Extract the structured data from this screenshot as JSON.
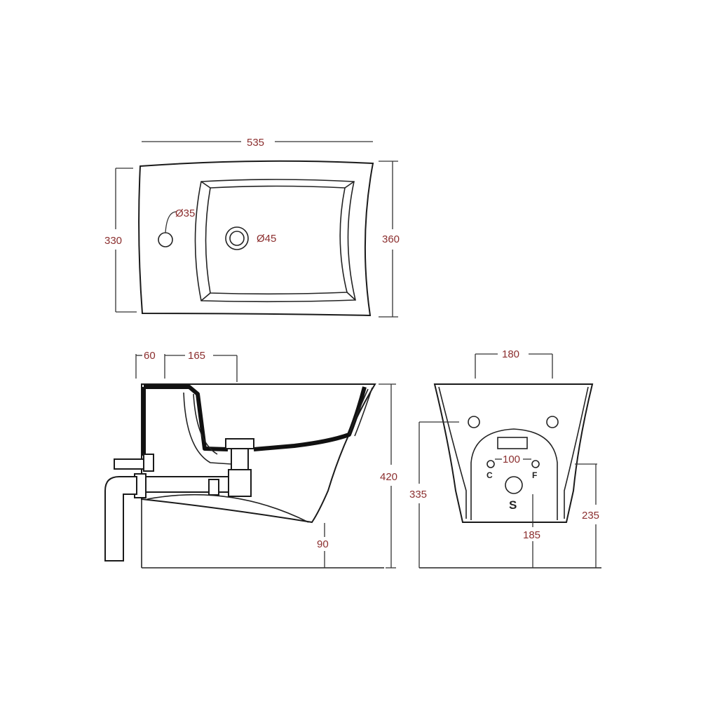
{
  "top_view": {
    "width": "535",
    "depth_left": "330",
    "depth_right": "360",
    "tap_hole": "Ø35",
    "drain_hole": "Ø45"
  },
  "side_view": {
    "offset_tap": "60",
    "offset_drain": "165",
    "height": "420",
    "bottom": "90"
  },
  "rear_view": {
    "fixing_span": "180",
    "supply_span": "100",
    "height_fixing": "335",
    "height_supply": "235",
    "height_waste": "185",
    "cold": "C",
    "hot": "F",
    "waste": "S"
  },
  "colors": {
    "dimension_text": "#8b2e2e",
    "line": "#1a1a1a"
  }
}
